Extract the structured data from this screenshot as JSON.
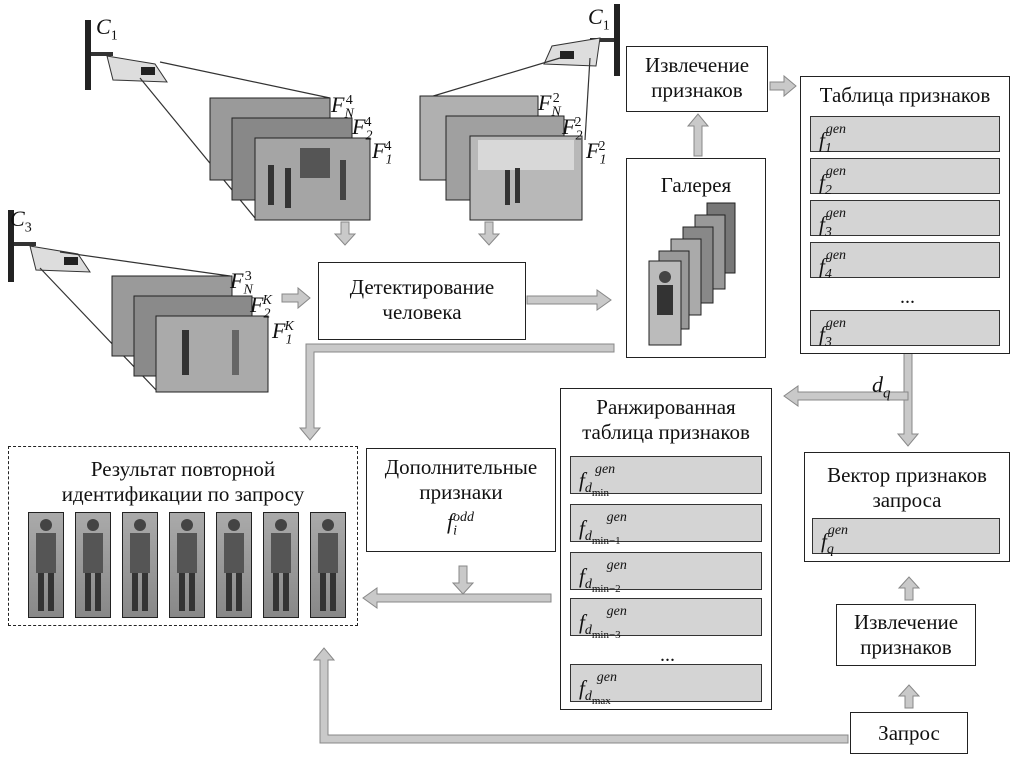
{
  "cameras": {
    "c1_left": {
      "label": "C",
      "sub": "1"
    },
    "c1_right": {
      "label": "C",
      "sub": "1"
    },
    "c3": {
      "label": "C",
      "sub": "3"
    }
  },
  "frames": {
    "cam1_left": [
      "F_N^4",
      "F_2^4",
      "F_1^4"
    ],
    "cam1_right": [
      "F_N^2",
      "F_2^2",
      "F_1^2"
    ],
    "cam3": [
      "F_N^3",
      "F_2^K",
      "F_1^K"
    ]
  },
  "boxes": {
    "detection": "Детектирование\nчеловека",
    "extraction_top": "Извлечение\nпризнаков",
    "gallery": "Галерея",
    "feature_table": "Таблица признаков",
    "ranked_table": "Ранжированная\nтаблица признаков",
    "query_vector": "Вектор признаков\nзапроса",
    "extraction_bottom": "Извлечение\nпризнаков",
    "query": "Запрос",
    "extra_features": "Дополнительные\nпризнаки",
    "result": "Результат повторной\nидентификации по запросу"
  },
  "feature_table_items": [
    {
      "sym": "f",
      "sup": "gen",
      "sub": "1"
    },
    {
      "sym": "f",
      "sup": "gen",
      "sub": "2"
    },
    {
      "sym": "f",
      "sup": "gen",
      "sub": "3"
    },
    {
      "sym": "f",
      "sup": "gen",
      "sub": "4"
    },
    {
      "sym": "...",
      "sup": "",
      "sub": ""
    },
    {
      "sym": "f",
      "sup": "gen",
      "sub": "3"
    }
  ],
  "ranked_items": [
    {
      "sym": "f",
      "sup": "gen",
      "sub": "d",
      "subsub": "min"
    },
    {
      "sym": "f",
      "sup": "gen",
      "sub": "d",
      "subsub": "min−1"
    },
    {
      "sym": "f",
      "sup": "gen",
      "sub": "d",
      "subsub": "min−2"
    },
    {
      "sym": "f",
      "sup": "gen",
      "sub": "d",
      "subsub": "min−3"
    },
    {
      "sym": "...",
      "sup": "",
      "sub": "",
      "subsub": ""
    },
    {
      "sym": "f",
      "sup": "gen",
      "sub": "d",
      "subsub": "max"
    }
  ],
  "query_feature": {
    "sym": "f",
    "sup": "gen",
    "sub": "q"
  },
  "extra_feature": {
    "sym": "f",
    "sup": "odd",
    "sub": "i"
  },
  "distance": {
    "sym": "d",
    "sub": "q"
  },
  "result_count": 7
}
